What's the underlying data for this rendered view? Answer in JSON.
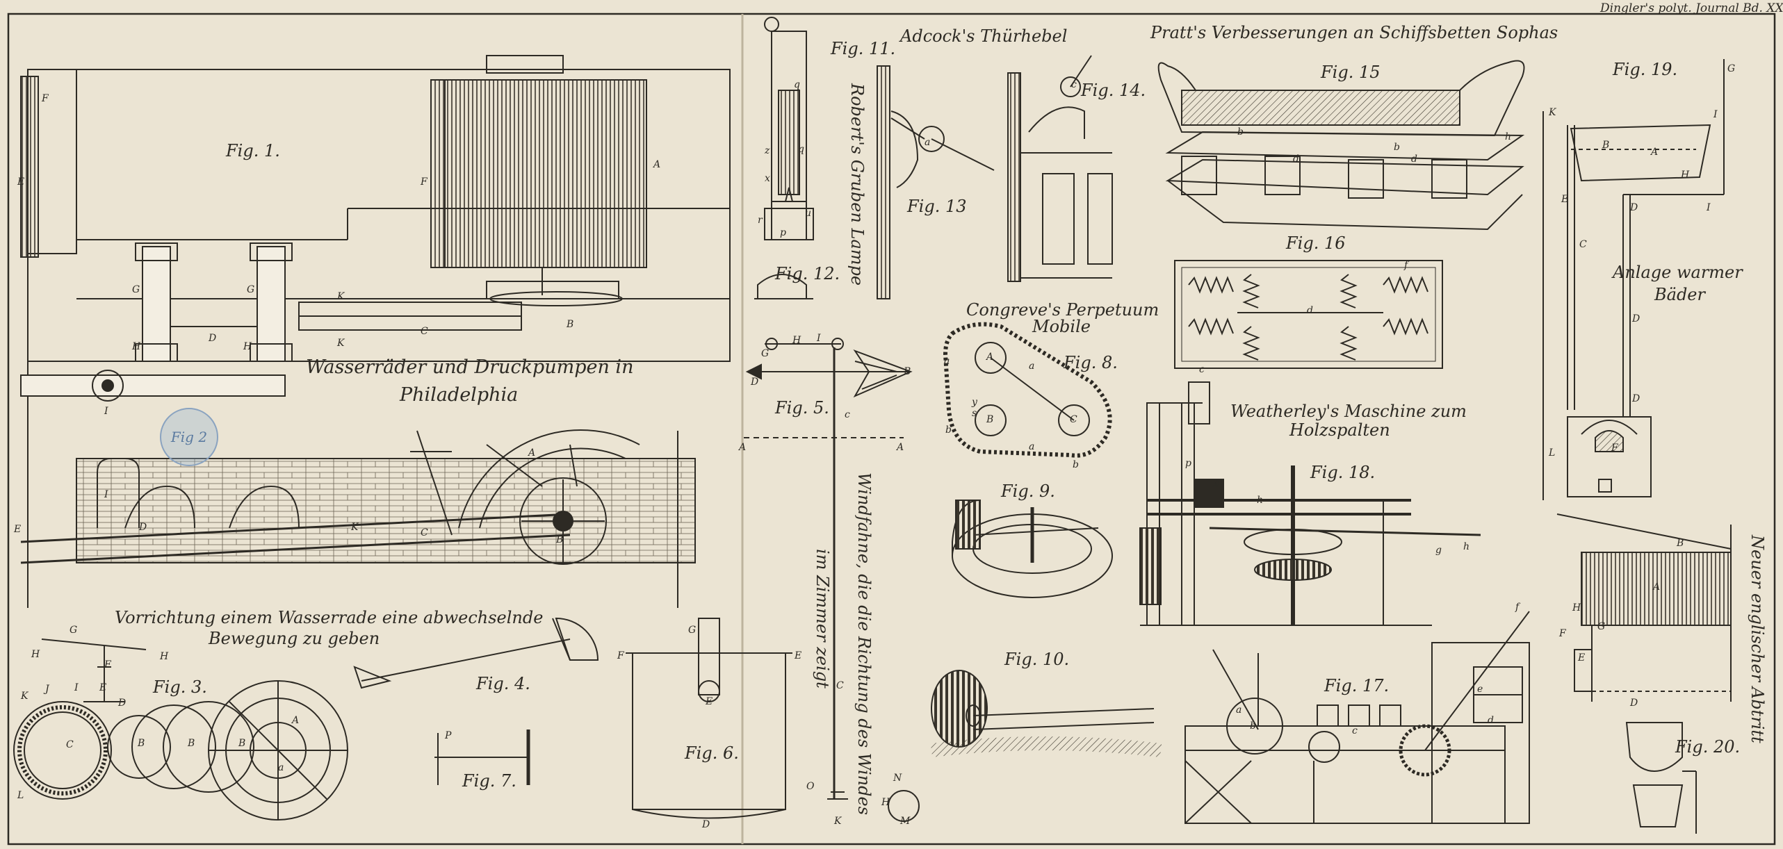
{
  "header": "Dingler's polyt. Journal Bd. XXV. Tb. IV.",
  "stamp_text": "Fig 2",
  "titles": {
    "water_wheels": "Wasserräder und Druckpumpen in Philadelphia",
    "water_wheels_line1": "Wasserräder und Druckpumpen in",
    "water_wheels_line2": "Philadelphia",
    "alternating_line1": "Vorrichtung einem Wasserrade eine abwechselnde",
    "alternating_line2": "Bewegung zu geben",
    "adcock": "Adcock's Thürhebel",
    "pratt": "Pratt's Verbesserungen an Schiffsbetten Sophas",
    "roberts": "Robert's Gruben Lampe",
    "congreve_line1": "Congreve's Perpetuum",
    "congreve_line2": "Mobile",
    "wind_vane_line1": "Windfahne, die die Richtung des Windes",
    "wind_vane_line2": "im Zimmer zeigt",
    "weatherley_line1": "Weatherley's Maschine zum",
    "weatherley_line2": "Holzspalten",
    "baths_line1": "Anlage warmer",
    "baths_line2": "Bäder",
    "abtritt": "Neuer englischer Abtritt"
  },
  "figures": {
    "f1": "Fig. 1.",
    "f3": "Fig. 3.",
    "f4": "Fig. 4.",
    "f5": "Fig. 5.",
    "f6": "Fig. 6.",
    "f7": "Fig. 7.",
    "f8": "Fig. 8.",
    "f9": "Fig. 9.",
    "f10": "Fig. 10.",
    "f11": "Fig. 11.",
    "f12": "Fig. 12.",
    "f13": "Fig. 13",
    "f14": "Fig. 14.",
    "f15": "Fig. 15",
    "f16": "Fig. 16",
    "f17": "Fig. 17.",
    "f18": "Fig. 18.",
    "f19": "Fig. 19.",
    "f20": "Fig. 20."
  },
  "letters": {
    "A": "A",
    "B": "B",
    "C": "C",
    "D": "D",
    "E": "E",
    "F": "F",
    "G": "G",
    "H": "H",
    "I": "I",
    "K": "K",
    "L": "L",
    "P": "P",
    "J": "J",
    "R": "R",
    "N": "N",
    "M": "M",
    "O": "O",
    "a": "a",
    "b": "b",
    "c": "c",
    "d": "d",
    "e": "e",
    "f": "f",
    "g": "g",
    "h": "h",
    "q": "q",
    "p": "p",
    "x": "x",
    "z": "z",
    "u": "u",
    "y": "y",
    "r": "r",
    "s": "s"
  },
  "colors": {
    "paper": "#ebe4d3",
    "ink": "#2d2a24",
    "stamp": "#8aa3c0"
  }
}
